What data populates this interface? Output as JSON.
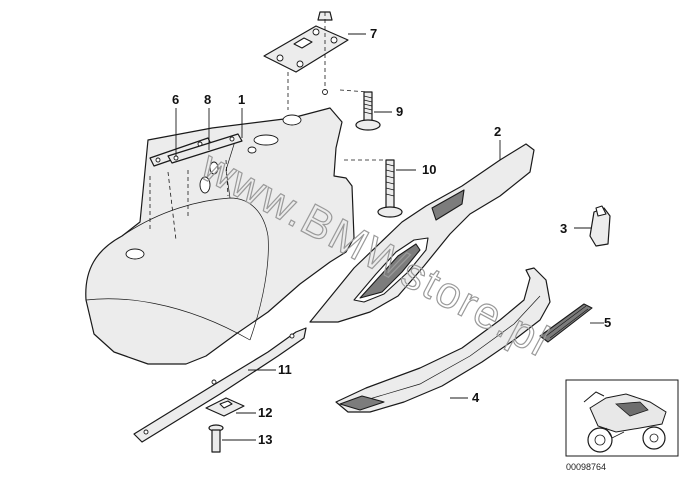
{
  "watermark": "www.BMWstore.pl",
  "diagram_code": "00098764",
  "callouts": {
    "c1": "1",
    "c2": "2",
    "c3": "3",
    "c4": "4",
    "c5": "5",
    "c6": "6",
    "c7": "7",
    "c8": "8",
    "c9": "9",
    "c10": "10",
    "c11": "11",
    "c12": "12",
    "c13": "13"
  },
  "thumbnail": {
    "icon": "motorcycle-icon"
  }
}
